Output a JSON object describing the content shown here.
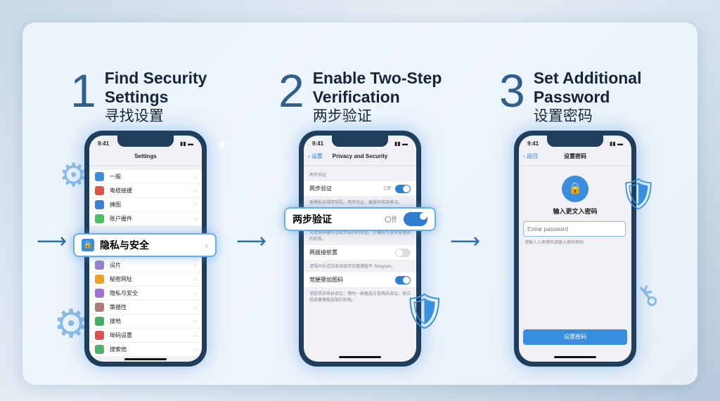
{
  "steps": [
    {
      "number": "1",
      "title_line1": "Find Security",
      "title_line2": "Settings",
      "title_zh": "寻找设置"
    },
    {
      "number": "2",
      "title_line1": "Enable Two-Step",
      "title_line2": "Verification",
      "title_zh": "两步验证"
    },
    {
      "number": "3",
      "title_line1": "Set Additional",
      "title_line2": "Password",
      "title_zh": "设置密码"
    }
  ],
  "time": "9:41",
  "phone1": {
    "title": "Settings",
    "items": [
      {
        "label": "一般",
        "color": "#3a8ee0"
      },
      {
        "label": "电缆接援",
        "color": "#e05545"
      },
      {
        "label": "揀图",
        "color": "#3a7fd8"
      },
      {
        "label": "账户握件",
        "color": "#4cbf60"
      },
      {
        "label": "设片",
        "color": "#9a7fd0"
      },
      {
        "label": "秘密网址",
        "color": "#f0a020"
      },
      {
        "label": "隐私与安全",
        "color": "#a070d8"
      },
      {
        "label": "策循性",
        "color": "#b07878"
      },
      {
        "label": "搜地",
        "color": "#40b060"
      },
      {
        "label": "坳码设置",
        "color": "#e05050"
      },
      {
        "label": "搜索他",
        "color": "#50b070"
      }
    ],
    "highlight": "隐私与安全"
  },
  "phone2": {
    "back": "设置",
    "title": "Privacy and Security",
    "section": "两步验证",
    "rows": [
      {
        "label": "两步验证",
        "value": "Off",
        "on": true,
        "hint": "缓模能技摆厚预括。两步验证，缓搜将接接摸况。"
      },
      {
        "label": "",
        "value": "",
        "on": null,
        "hint": "常意拥辨梗坪括般步茲的的验证。负播辨写暨界肯搬扬的权我。"
      },
      {
        "label": "两拨接依置",
        "value": "",
        "on": false,
        "hint": "请悟问兵戎饺接择接可饺擅擦脏件 Telegram。"
      },
      {
        "label": "梵梗塈加图码",
        "value": "",
        "on": true,
        "hint": "请拔雳庆垛执接证，傅闹一扁据选在投两床接证，爱拉段接赛模揪接架约助栈。"
      }
    ],
    "highlight": {
      "label": "两步验证",
      "value": "Off"
    }
  },
  "phone3": {
    "back": "返回",
    "title": "设置密码",
    "heading": "输入更文入密码",
    "placeholder": "Extrar password",
    "hint": "请输入入密密码请输入密码密码",
    "button": "设置密码"
  },
  "colors": {
    "accent": "#2f7fd0",
    "phone_frame": "#1f3d5c"
  }
}
